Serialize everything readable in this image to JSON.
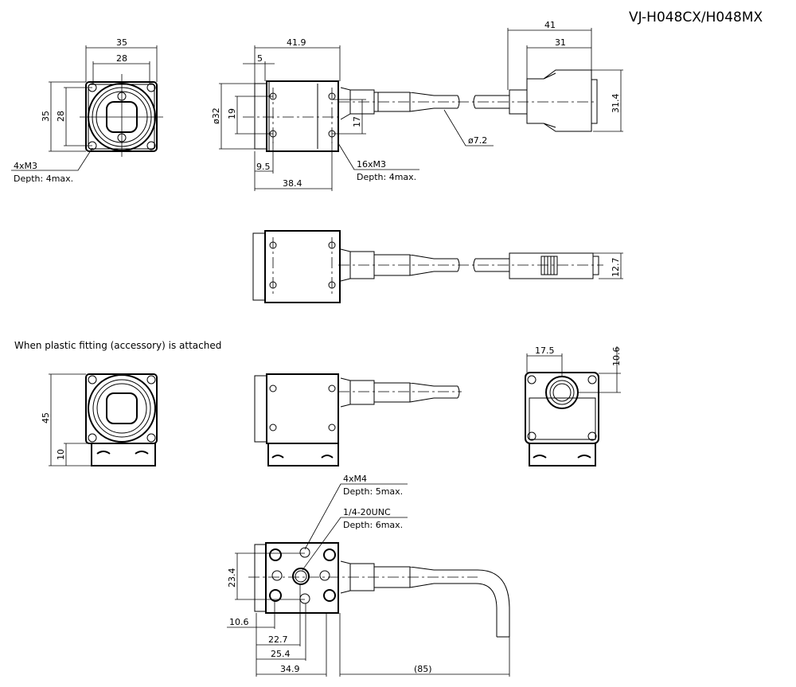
{
  "title": "VJ-H048CX/H048MX",
  "top": {
    "front": {
      "width": "35",
      "hole_pitch_x": "28",
      "height": "35",
      "hole_pitch_y": "28",
      "thread": "4xM3",
      "depth": "Depth: 4max."
    },
    "side": {
      "length": "41.9",
      "barrel": "5",
      "diameter": "ø32",
      "hole_pitch_a": "19",
      "hole_pitch_b": "17",
      "offset": "9.5",
      "body": "38.4",
      "thread": "16xM3",
      "depth": "Depth: 4max."
    },
    "cable": {
      "diameter": "ø7.2",
      "plug_length": "41",
      "plug_body": "31",
      "plug_height": "31.4",
      "plug_thickness": "12.7"
    }
  },
  "fitting": {
    "caption": "When plastic fitting (accessory) is attached",
    "front": {
      "height": "45",
      "base": "10"
    },
    "rear": {
      "conn_x": "17.5",
      "conn_y": "10.6"
    },
    "bottom": {
      "m4": "4xM4",
      "m4_depth": "Depth: 5max.",
      "unc": "1/4-20UNC",
      "unc_depth": "Depth: 6max.",
      "pitch": "23.4",
      "d1": "10.6",
      "d2": "22.7",
      "d3": "25.4",
      "d4": "34.9",
      "cable_len": "(85)"
    }
  }
}
